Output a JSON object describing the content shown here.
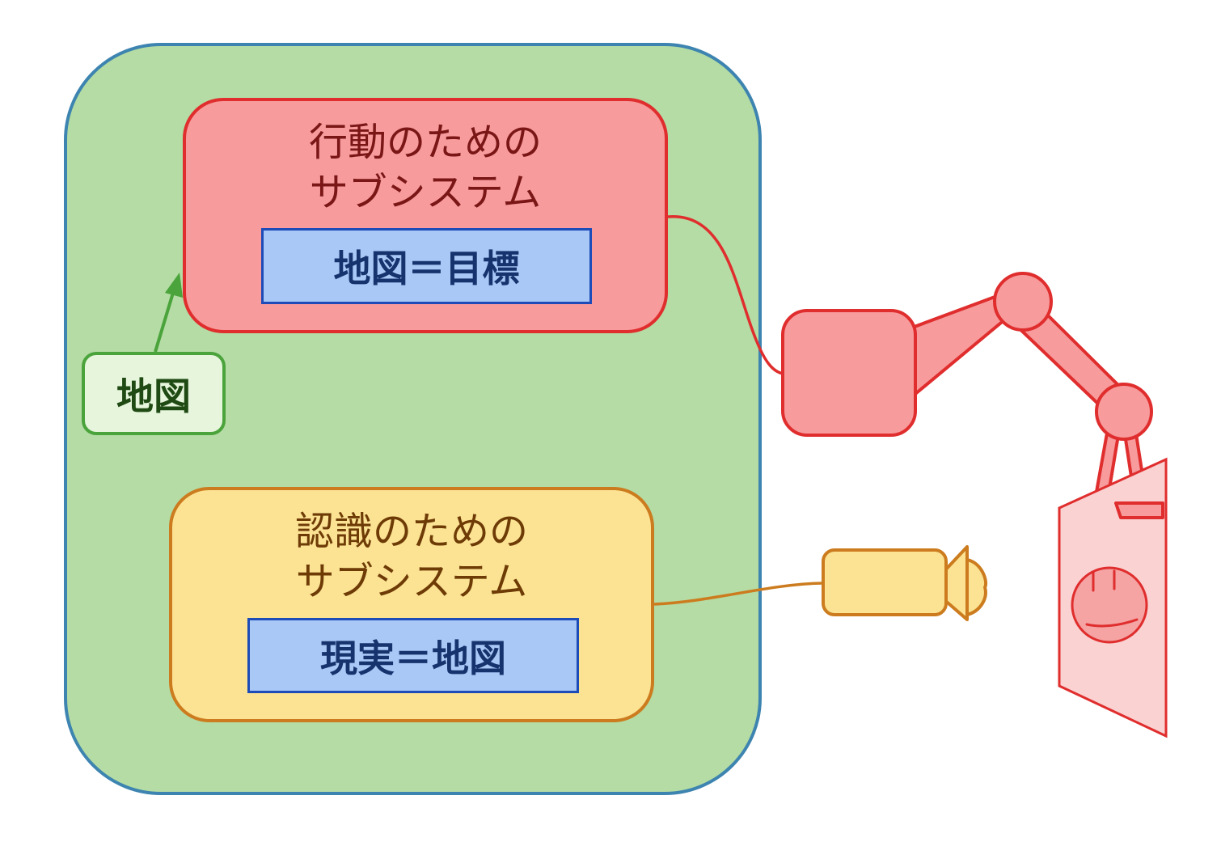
{
  "action_subsystem": {
    "title_line1": "行動のための",
    "title_line2": "サブシステム",
    "inner_label": "地図＝目標"
  },
  "perception_subsystem": {
    "title_line1": "認識のための",
    "title_line2": "サブシステム",
    "inner_label": "現実＝地図"
  },
  "map_box": {
    "label": "地図"
  },
  "colors": {
    "outer_fill": "#b4dca4",
    "outer_border": "#3d84b0",
    "action_fill": "#f79b9c",
    "action_border": "#e02d2d",
    "perception_fill": "#fbe393",
    "perception_border": "#cc7c1e",
    "inner_fill": "#a9c8f6",
    "inner_border": "#1d4cb8",
    "map_fill": "#e6f5dc",
    "map_border": "#4aa33b"
  },
  "icons": [
    "robot-arm-icon",
    "camera-icon",
    "smiley-poster-icon"
  ]
}
